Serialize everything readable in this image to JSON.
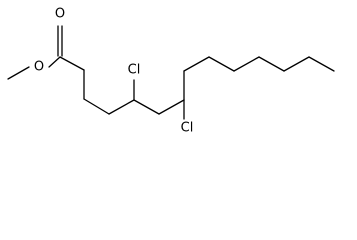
{
  "structure": {
    "atoms": {
      "carbonyl_oxygen": "O",
      "ester_oxygen": "O",
      "chlorine_1": "Cl",
      "chlorine_2": "Cl"
    },
    "colors": {
      "bond": "#000000",
      "label": "#000000",
      "background": "#ffffff"
    }
  }
}
